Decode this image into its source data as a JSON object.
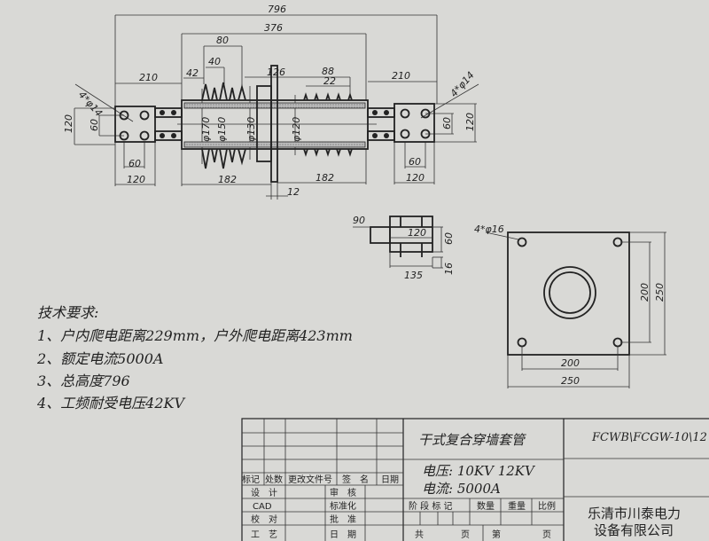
{
  "drawing": {
    "dims": {
      "overall": "796",
      "body": "376",
      "shed_span": "80",
      "shed_pitch": "40",
      "shed_offset": "42",
      "flange_gap": "126",
      "outdoor_span": "88",
      "outdoor_pitch": "22",
      "left_terminal_offset": "210",
      "right_terminal_offset": "210",
      "left_holes": "4*φ14",
      "right_holes": "4*φ14",
      "left_h": "120",
      "left_hole_h": "60",
      "left_hole_w": "60",
      "left_w": "120",
      "right_h": "120",
      "right_hole_h": "60",
      "right_hole_w": "60",
      "right_w": "120",
      "dia_170": "φ170",
      "dia_150": "φ150",
      "dia_130": "φ130",
      "dia_120": "φ120",
      "left_len": "182",
      "right_len": "182",
      "flange_t": "12"
    },
    "side_view": {
      "d90": "90",
      "d120": "120",
      "d60": "60",
      "d16": "16",
      "d135": "135"
    },
    "plate": {
      "holes": "4*φ16",
      "hole_w": "200",
      "w": "250",
      "hole_h": "200",
      "h": "250"
    },
    "requirements": {
      "title": "技术要求:",
      "items": [
        "1、户内爬电距离229mm，户外爬电距离423mm",
        "2、额定电流5000A",
        "3、总高度796",
        "4、工频耐受电压42KV"
      ]
    }
  },
  "title_block": {
    "rev_headers": [
      "标记",
      "处数",
      "更改文件号",
      "签　名",
      "日期"
    ],
    "left_labels": [
      "设　计",
      "CAD",
      "校　对",
      "工　艺"
    ],
    "mid_labels": [
      "审　核",
      "标准化",
      "批　准",
      "日　期"
    ],
    "product_name": "干式复合穿墙套管",
    "model": "FCWB\\FCGW-10\\12",
    "voltage": "电压:  10KV    12KV",
    "current": "电流:  5000A",
    "stage_headers": [
      "阶 段 标 记",
      "数量",
      "重量",
      "比例"
    ],
    "total": "共",
    "page": "页",
    "nth": "第",
    "page2": "页",
    "company_line1": "乐清市川泰电力",
    "company_line2": "设备有限公司"
  }
}
